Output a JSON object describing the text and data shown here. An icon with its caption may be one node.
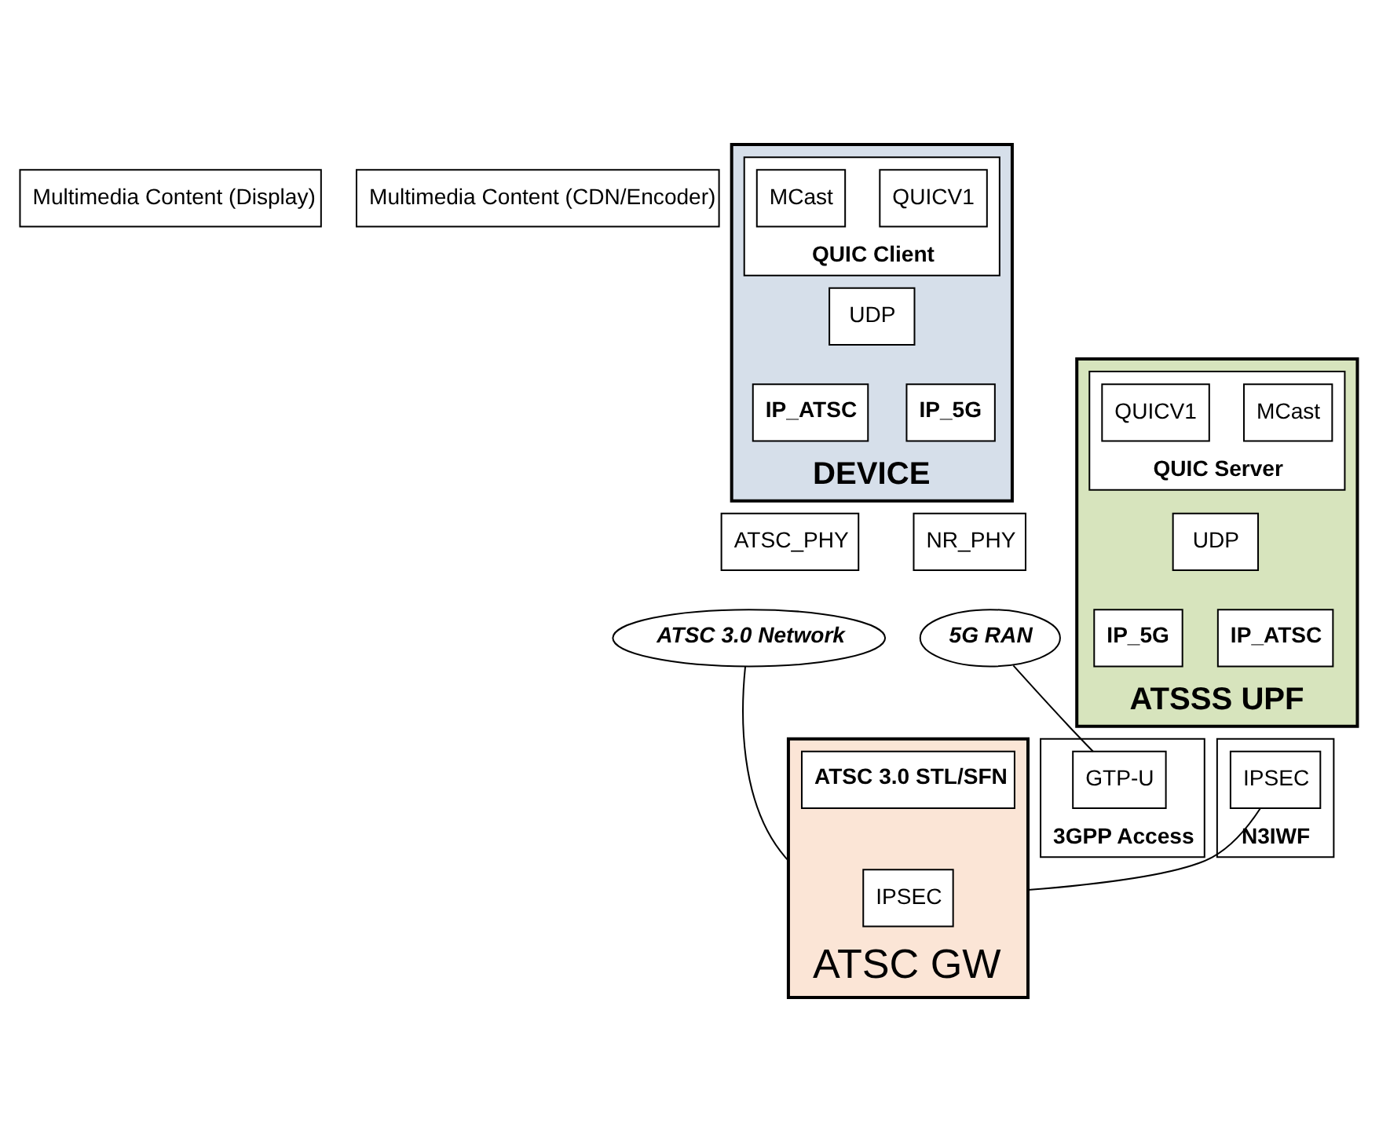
{
  "diagram": {
    "nodes": [
      {
        "text": [
          "Multimedia Content (Display)"
        ]
      },
      {
        "text": [
          "Multimedia Content (CDN/Encoder)"
        ]
      },
      {
        "text": [
          "DEVICE"
        ]
      },
      {
        "text": [
          "QUIC Client"
        ],
        "in": 2
      },
      {
        "text": [
          "QUICV1"
        ],
        "in": 3
      },
      {
        "text": [
          "MCast"
        ],
        "in": 3
      },
      {
        "text": [
          "UDP"
        ],
        "in": 2
      },
      {
        "text": [
          "IP_5G"
        ],
        "in": 2
      },
      {
        "text": [
          "IP_ATSC"
        ],
        "in": 2
      },
      {
        "text": [
          "ATSSS UPF"
        ]
      },
      {
        "text": [
          "QUIC Server"
        ],
        "in": 9
      },
      {
        "text": [
          "MCast"
        ],
        "in": 10
      },
      {
        "text": [
          "QUICV1"
        ],
        "in": 10
      },
      {
        "text": [
          "UDP"
        ],
        "in": 9
      },
      {
        "text": [
          "IP_ATSC"
        ],
        "in": 9
      },
      {
        "text": [
          "IP_5G"
        ],
        "in": 9
      },
      {
        "text": [
          "NR_PHY"
        ]
      },
      {
        "text": [
          "ATSC_PHY"
        ]
      },
      {
        "text": [
          "N3IWF"
        ]
      },
      {
        "text": [
          "IPSEC"
        ],
        "in": 18
      },
      {
        "text": [
          "3GPP Access"
        ]
      },
      {
        "text": [
          "GTP-U"
        ],
        "in": 20
      },
      {
        "text": [
          "5G RAN"
        ]
      },
      {
        "text": [
          "ATSC 3.0 Network"
        ]
      },
      {
        "text": [
          "ATSC GW"
        ]
      },
      {
        "text": [
          "ATSC 3.0 STL/SFN"
        ],
        "in": 24
      },
      {
        "text": [
          "IPSEC"
        ],
        "in": 24
      }
    ],
    "edges": [
      {
        "from": 22,
        "to": 21,
        "arrow": "none"
      },
      {
        "from": 23,
        "to": 24,
        "arrow": "none"
      },
      {
        "from": 19,
        "to": 24,
        "arrow": "none"
      }
    ]
  }
}
